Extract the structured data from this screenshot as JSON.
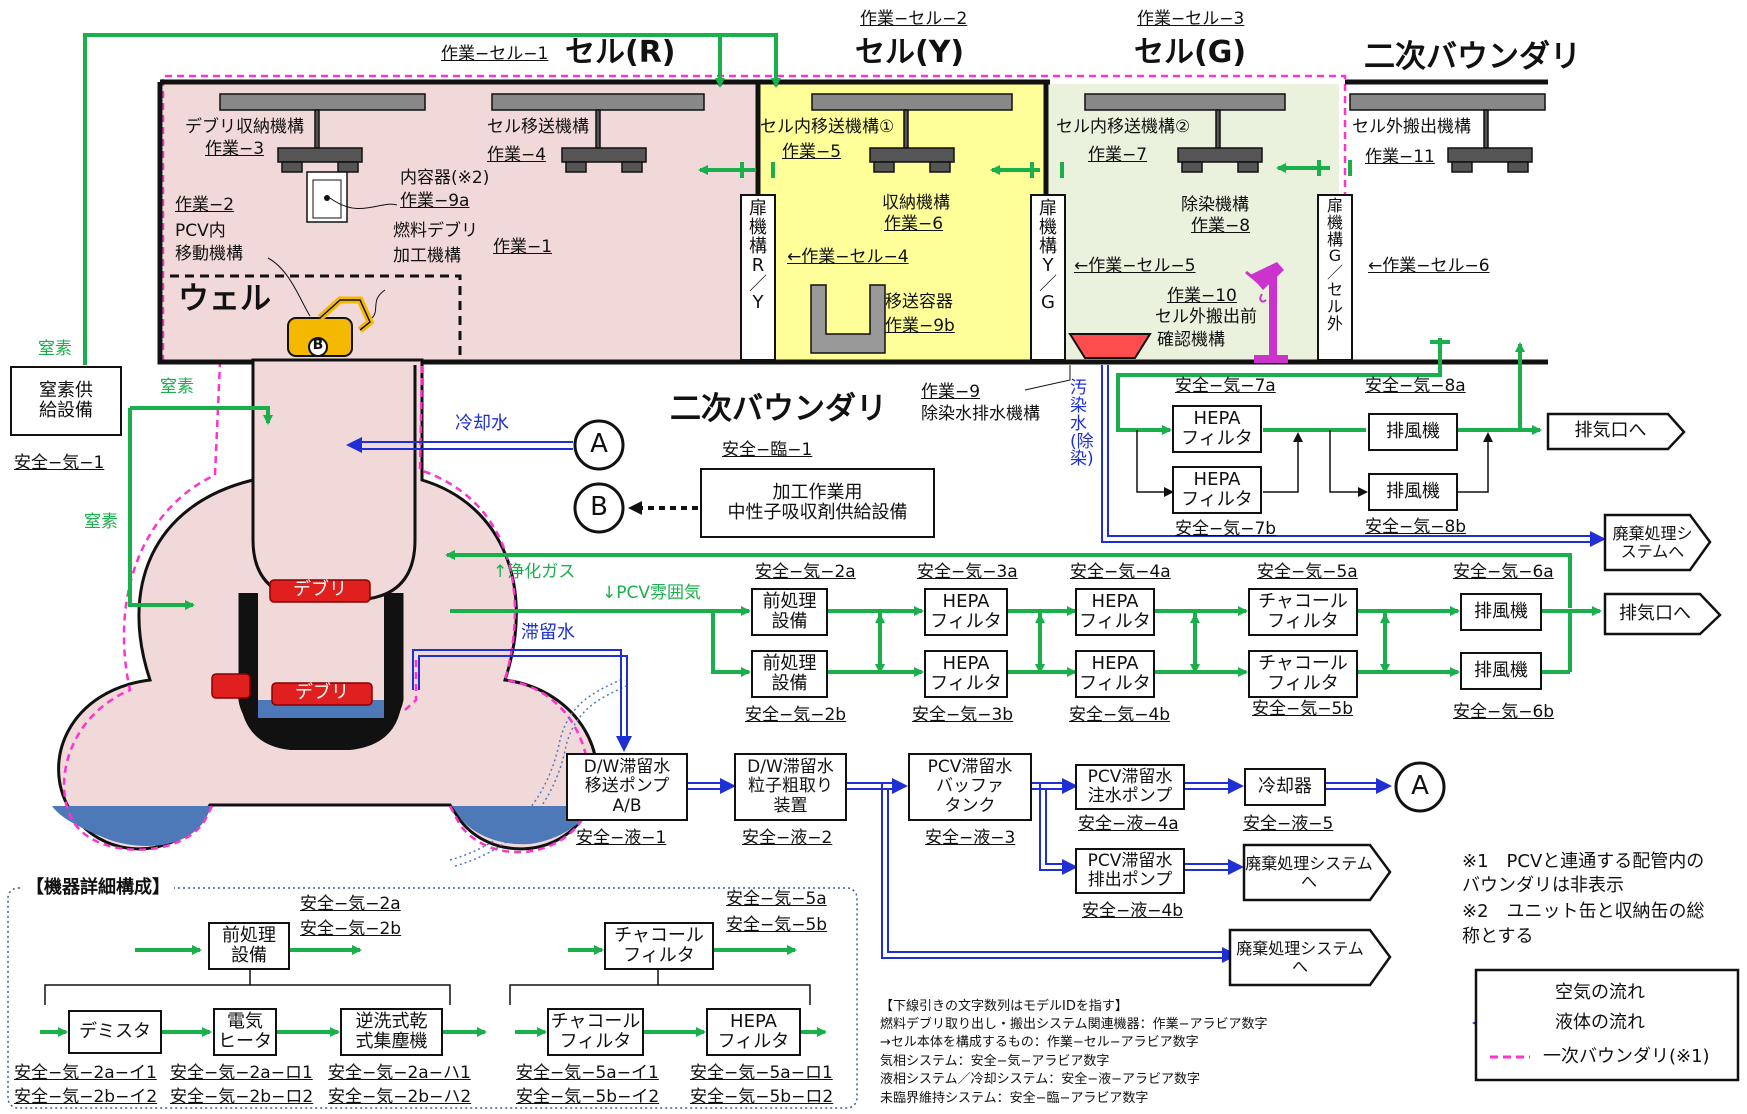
{
  "cells": {
    "r": {
      "work_id": "作業−セル−1",
      "title": "セル(R)"
    },
    "y": {
      "work_id": "作業−セル−2",
      "title": "セル(Y)"
    },
    "g": {
      "work_id": "作業−セル−3",
      "title": "セル(G)"
    },
    "secondary_boundary_top": "二次バウンダリ",
    "secondary_boundary_mid": "二次バウンダリ",
    "well": "ウェル"
  },
  "mechanisms": {
    "debris_storage": {
      "name": "デブリ収納機構",
      "id": "作業−3"
    },
    "cell_transfer": {
      "name": "セル移送機構",
      "id": "作業−4"
    },
    "inner_container": {
      "name": "内容器(※2)",
      "id": "作業−9a"
    },
    "pcv_move": {
      "id": "作業−2",
      "line1": "PCV内",
      "line2": "移動機構"
    },
    "fuel_debris_proc": {
      "line1": "燃料デブリ",
      "line2": "加工機構",
      "id": "作業−1"
    },
    "in_cell_transfer1": {
      "name": "セル内移送機構①",
      "id": "作業−5"
    },
    "storage": {
      "name": "収納機構",
      "id": "作業−6"
    },
    "transfer_container": {
      "name": "移送容器",
      "id": "作業−9b"
    },
    "in_cell_transfer2": {
      "name": "セル内移送機構②",
      "id": "作業−7"
    },
    "decon": {
      "name": "除染機構",
      "id": "作業−8"
    },
    "pre_carryout": {
      "id": "作業−10",
      "line1": "セル外搬出前",
      "line2": "確認機構"
    },
    "carryout": {
      "name": "セル外搬出機構",
      "id": "作業−11"
    },
    "drain": {
      "id": "作業−9",
      "name": "除染水排水機構"
    }
  },
  "doors": {
    "ry": {
      "text": "扉機構R／Y",
      "id": "←作業−セル−4"
    },
    "yg": {
      "text": "扉機構Y／G",
      "id": "←作業−セル−5"
    },
    "gout": {
      "text": "扉機構G／セル外",
      "id": "←作業−セル−6"
    }
  },
  "nitrogen": {
    "label_top": "窒素",
    "label_mid": "窒素",
    "label_low": "窒素",
    "box_line1": "窒素供",
    "box_line2": "給設備",
    "id": "安全−気−1"
  },
  "pcv": {
    "cooling_water": "冷却水",
    "purge_gas": "↑浄化ガス",
    "pcv_atmos": "↓PCV雰囲気",
    "retained_water": "滞留水",
    "debris_upper": "デブリ",
    "debris_lower": "デブリ",
    "b_mark": "B",
    "decon_water": "汚染水(除染)"
  },
  "absorber": {
    "id": "安全−臨−1",
    "line1": "加工作業用",
    "line2": "中性子吸収剤供給設備",
    "a_mark": "A",
    "b_mark": "B"
  },
  "upper_exhaust": {
    "hepa_a": {
      "line1": "HEPA",
      "line2": "フィルタ",
      "id": "安全−気−7a"
    },
    "hepa_b": {
      "line1": "HEPA",
      "line2": "フィルタ",
      "id": "安全−気−7b"
    },
    "fan_a": {
      "label": "排風機",
      "id": "安全−気−8a"
    },
    "fan_b": {
      "label": "排風機",
      "id": "安全−気−8b"
    },
    "outlet": "排気口へ",
    "waste": "廃棄処理システムへ"
  },
  "gas_system": {
    "pre_a": {
      "line1": "前処理",
      "line2": "設備",
      "id": "安全−気−2a"
    },
    "pre_b": {
      "line1": "前処理",
      "line2": "設備",
      "id": "安全−気−2b"
    },
    "hepa3a": {
      "line1": "HEPA",
      "line2": "フィルタ",
      "id": "安全−気−3a"
    },
    "hepa3b": {
      "line1": "HEPA",
      "line2": "フィルタ",
      "id": "安全−気−3b"
    },
    "hepa4a": {
      "line1": "HEPA",
      "line2": "フィルタ",
      "id": "安全−気−4a"
    },
    "hepa4b": {
      "line1": "HEPA",
      "line2": "フィルタ",
      "id": "安全−気−4b"
    },
    "char5a": {
      "line1": "チャコール",
      "line2": "フィルタ",
      "id": "安全−気−5a"
    },
    "char5b": {
      "line1": "チャコール",
      "line2": "フィルタ",
      "id": "安全−気−5b"
    },
    "fan6a": {
      "label": "排風機",
      "id": "安全−気−6a"
    },
    "fan6b": {
      "label": "排風機",
      "id": "安全−気−6b"
    },
    "outlet": "排気口へ"
  },
  "liquid_system": {
    "pump1": {
      "lines": [
        "D/W滞留水",
        "移送ポンプ",
        "A/B"
      ],
      "id": "安全−液−1"
    },
    "sep2": {
      "lines": [
        "D/W滞留水",
        "粒子粗取り",
        "装置"
      ],
      "id": "安全−液−2"
    },
    "tank3": {
      "lines": [
        "PCV滞留水",
        "バッファ",
        "タンク"
      ],
      "id": "安全−液−3"
    },
    "pump4a": {
      "lines": [
        "PCV滞留水",
        "注水ポンプ"
      ],
      "id": "安全−液−4a"
    },
    "pump4b": {
      "lines": [
        "PCV滞留水",
        "排出ポンプ"
      ],
      "id": "安全−液−4b"
    },
    "cooler5": {
      "label": "冷却器",
      "id": "安全−液−5"
    },
    "a_mark": "A",
    "waste1": "廃棄処理システムへ",
    "waste2": "廃棄処理システムへ"
  },
  "detail": {
    "title": "【機器詳細構成】",
    "pre": {
      "line1": "前処理",
      "line2": "設備",
      "id_a": "安全−気−2a",
      "id_b": "安全−気−2b"
    },
    "char": {
      "line1": "チャコール",
      "line2": "フィルタ",
      "id_a": "安全−気−5a",
      "id_b": "安全−気−5b"
    },
    "demister": {
      "label": "デミスタ",
      "id1": "安全−気−2a−イ1",
      "id2": "安全−気−2b−イ2"
    },
    "heater": {
      "line1": "電気",
      "line2": "ヒータ",
      "id1": "安全−気−2a−ロ1",
      "id2": "安全−気−2b−ロ2"
    },
    "dust": {
      "line1": "逆洗式乾",
      "line2": "式集塵機",
      "id1": "安全−気−2a−ハ1",
      "id2": "安全−気−2b−ハ2"
    },
    "char_sub": {
      "line1": "チャコール",
      "line2": "フィルタ",
      "id1": "安全−気−5a−イ1",
      "id2": "安全−気−5b−イ2"
    },
    "hepa_sub": {
      "line1": "HEPA",
      "line2": "フィルタ",
      "id1": "安全−気−5a−ロ1",
      "id2": "安全−気−5b−ロ2"
    }
  },
  "notes": {
    "n1a": "※1　PCVと連通する配管内の",
    "n1b": "バウンダリは非表示",
    "n2a": "※2　ユニット缶と収納缶の総",
    "n2b": "称とする"
  },
  "model_id_note": {
    "l1": "【下線引きの文字数列はモデルIDを指す】",
    "l2": "燃料デブリ取り出し・搬出システム関連機器：作業−アラビア数字",
    "l3": "→セル本体を構成するもの：作業−セル−アラビア数字",
    "l4": "気相システム：安全−気−アラビア数字",
    "l5": "液相システム／冷却システム：安全−液−アラビア数字",
    "l6": "未臨界維持システム：安全−臨−アラビア数字"
  },
  "legend": {
    "air": "空気の流れ",
    "liquid": "液体の流れ",
    "primary": "一次バウンダリ(※1)"
  },
  "colors": {
    "air": "#19b04b",
    "liquid": "#1f2fd6",
    "boundary": "#ff33cc",
    "cell_r": "#f2d9d9",
    "cell_y": "#ffff99",
    "cell_g": "#eaf1dd",
    "pcv": "#f2d9d9",
    "water": "#4e79b9",
    "debris": "#e01f1f",
    "robot": "#f5b800"
  }
}
